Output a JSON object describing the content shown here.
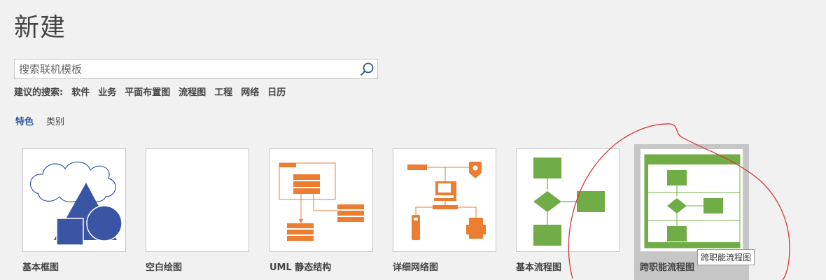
{
  "page": {
    "title": "新建"
  },
  "search": {
    "placeholder": "搜索联机模板",
    "icon": "search-icon"
  },
  "suggestions": {
    "label": "建议的搜索:",
    "items": [
      "软件",
      "业务",
      "平面布置图",
      "流程图",
      "工程",
      "网络",
      "日历"
    ]
  },
  "tabs": [
    {
      "label": "特色",
      "active": true
    },
    {
      "label": "类别",
      "active": false
    }
  ],
  "templates": [
    {
      "label": "基本框图"
    },
    {
      "label": "空白绘图"
    },
    {
      "label": "UML 静态结构"
    },
    {
      "label": "详细网络图"
    },
    {
      "label": "基本流程图"
    },
    {
      "label": "跨职能流程图",
      "selected": true
    }
  ],
  "tooltip": "跨职能流程图",
  "colors": {
    "blue_shape": "#3955a3",
    "orange": "#ed7d31",
    "green": "#70ad47",
    "accent_text": "#2b579a",
    "annotation": "#d9343a"
  }
}
